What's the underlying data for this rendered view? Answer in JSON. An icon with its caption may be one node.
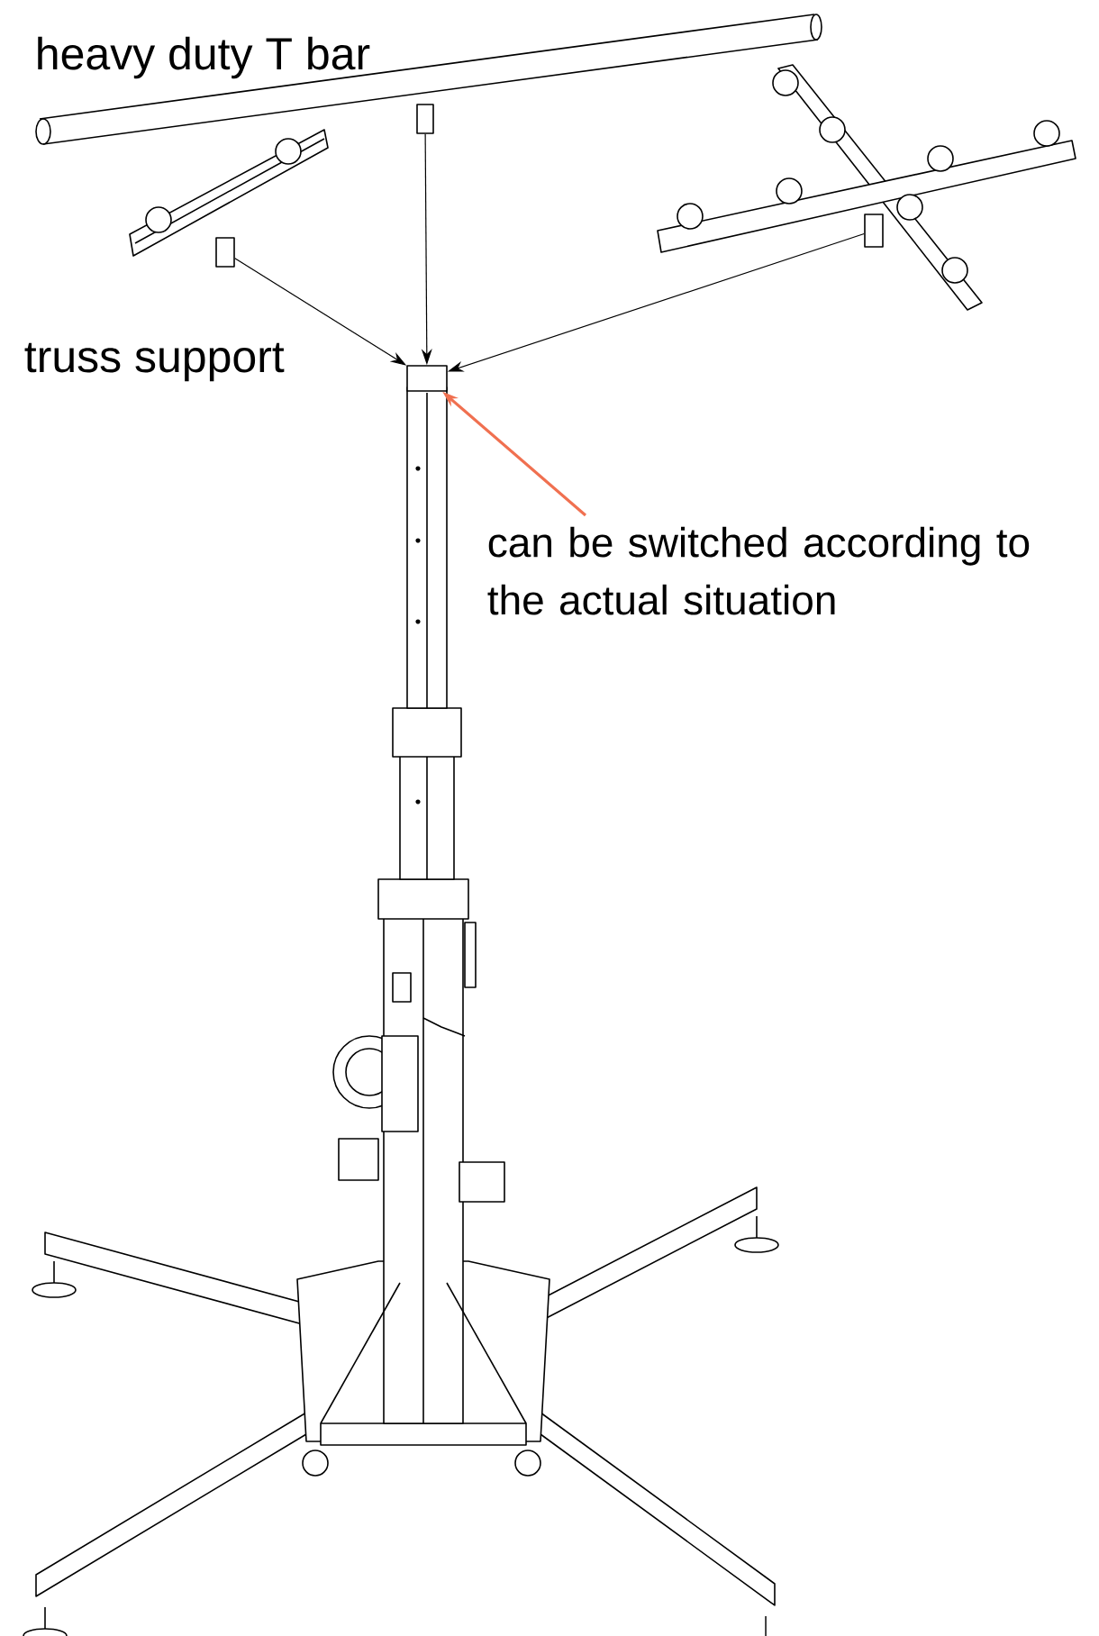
{
  "diagram": {
    "nodes": [
      {
        "text": [],
        "shape": "picture"
      },
      {
        "text": [],
        "shape": "picture"
      },
      {
        "text": [],
        "shape": "picture"
      },
      {
        "text": [],
        "shape": "box"
      },
      {
        "text": [
          "can be switched according to the actual situation"
        ]
      }
    ],
    "edges": [
      {
        "from": 0,
        "to": 3,
        "arrow": "to"
      },
      {
        "from": 1,
        "to": 3,
        "arrow": "to"
      },
      {
        "from": 2,
        "to": 3,
        "arrow": "to"
      },
      {
        "from": 4,
        "to": 3,
        "arrow": "to",
        "color": "#f07050"
      }
    ],
    "labels": [
      "heavy duty T bar",
      "truss support"
    ]
  }
}
